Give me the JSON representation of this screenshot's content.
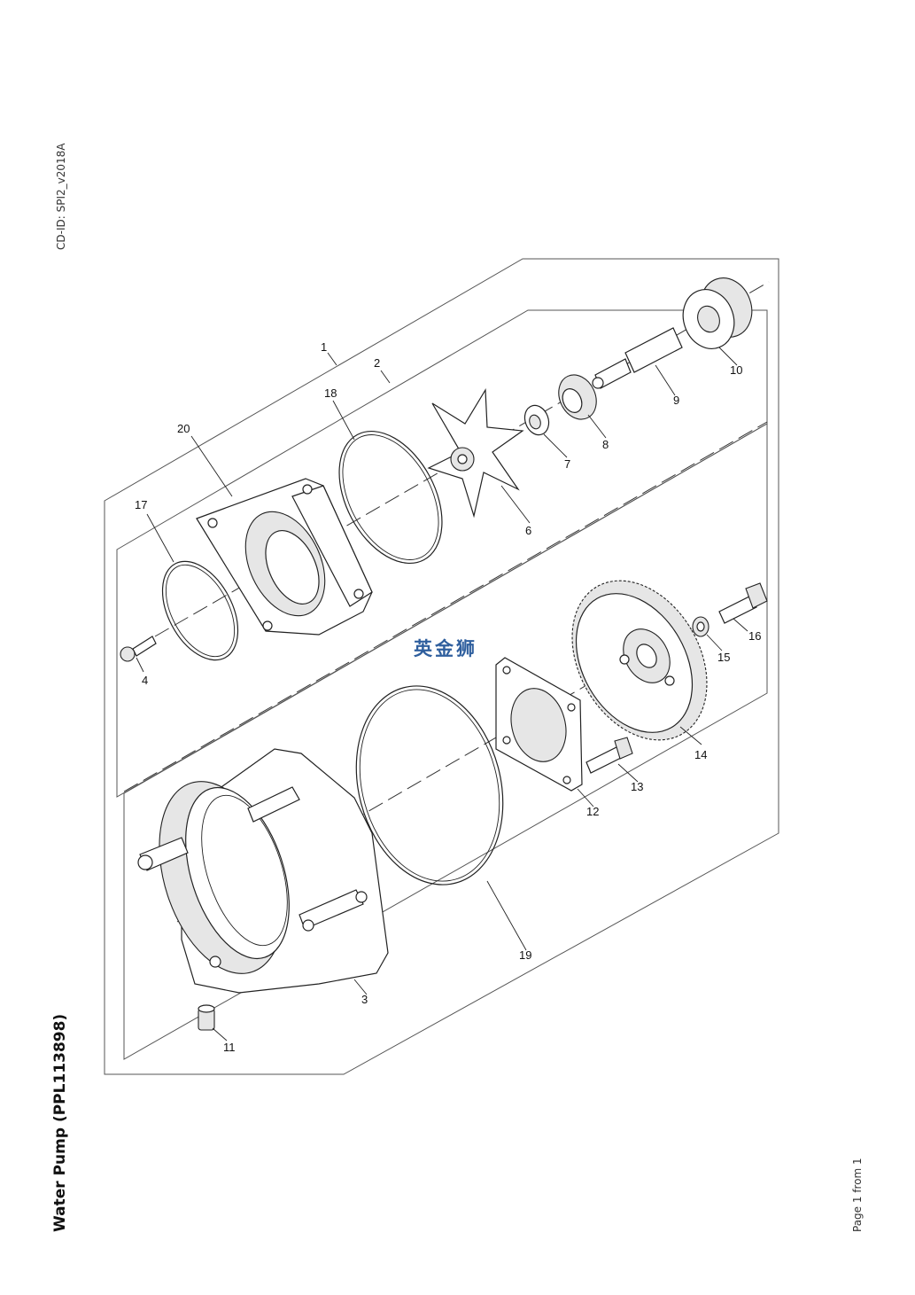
{
  "header": {
    "cd_id": "CD-ID: SPI2_v2018A"
  },
  "title": "Water Pump (PPL113898)",
  "footer": {
    "page": "Page 1 from 1"
  },
  "watermark": "英金狮",
  "callouts": [
    "1",
    "2",
    "3",
    "4",
    "6",
    "7",
    "8",
    "9",
    "10",
    "11",
    "12",
    "13",
    "14",
    "15",
    "16",
    "17",
    "18",
    "19",
    "20"
  ]
}
